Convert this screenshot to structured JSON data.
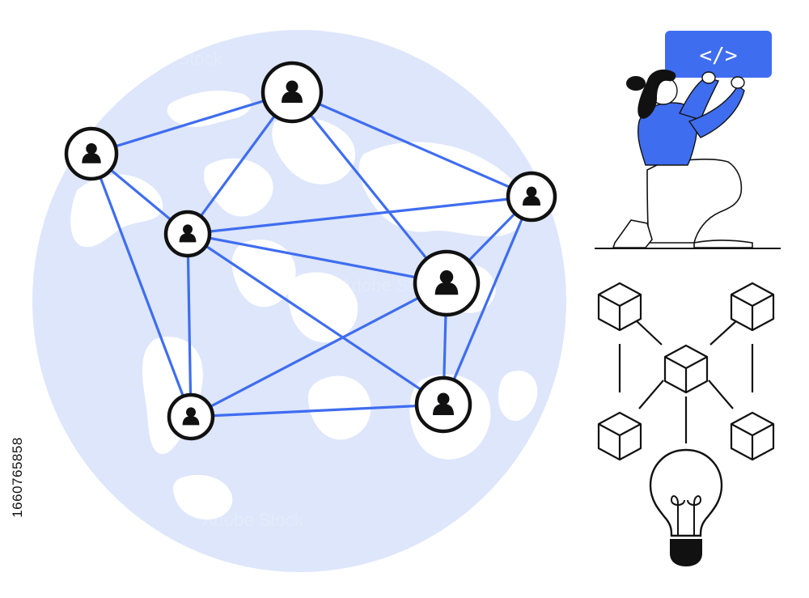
{
  "code_badge": {
    "label": "</>"
  },
  "stock_id": "1660765858",
  "watermark": "Adobe Stock",
  "colors": {
    "accent": "#3f6df0",
    "globe": "#dde6fb",
    "land": "#ffffff",
    "ink": "#111111"
  },
  "network": {
    "node_icon": "user-icon",
    "node_count": 7
  },
  "blockchain": {
    "block_icon": "cube-icon",
    "idea_icon": "lightbulb-icon"
  }
}
